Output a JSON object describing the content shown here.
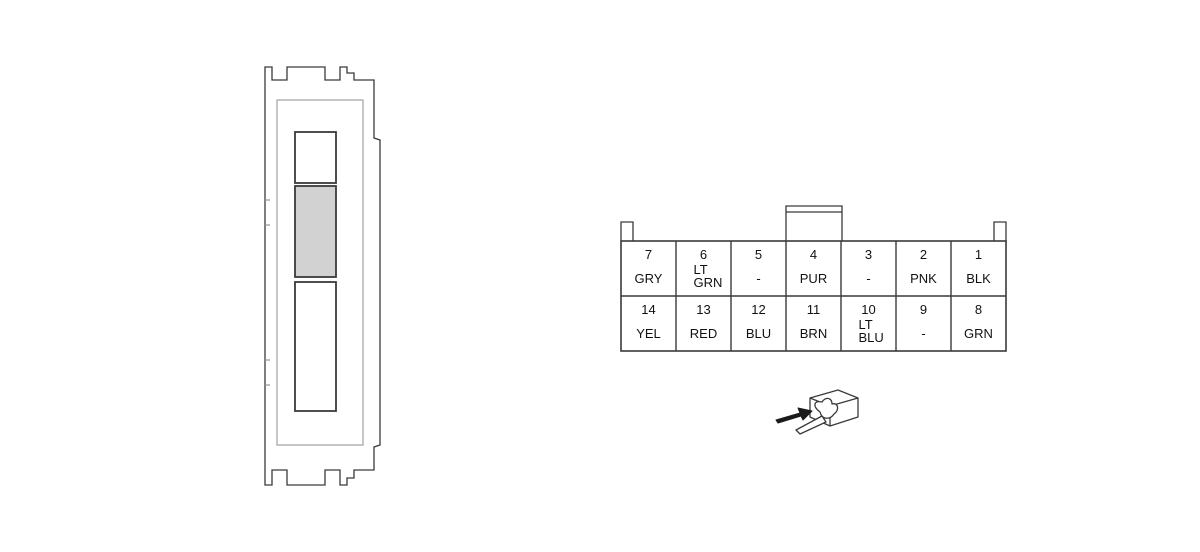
{
  "colors": {
    "line": "#3a3a3a",
    "outline_light": "#9a9a9a",
    "highlight_fill": "#d2d2d2",
    "background": "#ffffff"
  },
  "fuse_block": {
    "slots": [
      {
        "name": "upper-slot",
        "filled": false
      },
      {
        "name": "middle-slot",
        "filled": true
      },
      {
        "name": "lower-slot",
        "filled": false
      }
    ]
  },
  "connector": {
    "top_row": [
      {
        "pin": "7",
        "color": "GRY"
      },
      {
        "pin": "6",
        "color": "LT\nGRN"
      },
      {
        "pin": "5",
        "color": "-"
      },
      {
        "pin": "4",
        "color": "PUR"
      },
      {
        "pin": "3",
        "color": "-"
      },
      {
        "pin": "2",
        "color": "PNK"
      },
      {
        "pin": "1",
        "color": "BLK"
      }
    ],
    "bottom_row": [
      {
        "pin": "14",
        "color": "YEL"
      },
      {
        "pin": "13",
        "color": "RED"
      },
      {
        "pin": "12",
        "color": "BLU"
      },
      {
        "pin": "11",
        "color": "BRN"
      },
      {
        "pin": "10",
        "color": "LT\nBLU"
      },
      {
        "pin": "9",
        "color": "-"
      },
      {
        "pin": "8",
        "color": "GRN"
      }
    ]
  },
  "probe_icon": "probe-insertion-icon"
}
